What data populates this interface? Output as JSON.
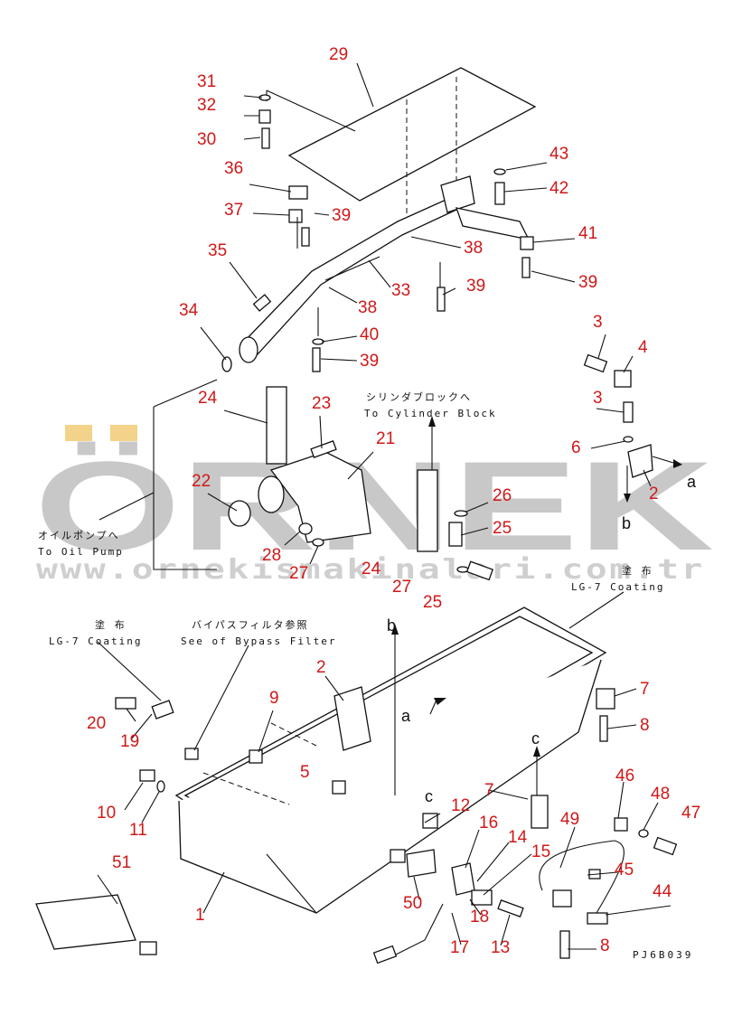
{
  "watermark": {
    "brand": "ÖRNEK",
    "url": "www.ornekismakinalari.com.tr",
    "accent_color": "#f3d38a"
  },
  "drawing_code": "PJ6B039",
  "colors": {
    "callout": "#d01818",
    "line": "#111111"
  },
  "annotations": {
    "cylinder_block_jp": "シリンダブロックへ",
    "cylinder_block_en": "To Cylinder Block",
    "oil_pump_jp": "オイルポンプへ",
    "oil_pump_en": "To Oil Pump",
    "coating_jp": "塗 布",
    "coating_en": "LG-7 Coating",
    "coating2_jp": "塗 布",
    "coating2_en": "LG-7 Coating",
    "bypass_jp": "バイパスフィルタ参照",
    "bypass_en": "See of Bypass Filter"
  },
  "view_marks": {
    "a1": "a",
    "b1": "b",
    "a2": "a",
    "b2": "b",
    "c1": "c",
    "c2": "c"
  },
  "callouts": [
    "29",
    "31",
    "32",
    "30",
    "36",
    "37",
    "39",
    "35",
    "34",
    "38",
    "33",
    "39",
    "40",
    "39",
    "43",
    "42",
    "41",
    "39",
    "38",
    "24",
    "23",
    "21",
    "22",
    "28",
    "27",
    "24",
    "27",
    "26",
    "25",
    "25",
    "3",
    "4",
    "3",
    "6",
    "2",
    "2",
    "9",
    "5",
    "20",
    "19",
    "10",
    "11",
    "51",
    "1",
    "12",
    "16",
    "14",
    "15",
    "50",
    "18",
    "17",
    "13",
    "46",
    "48",
    "47",
    "49",
    "45",
    "44",
    "8",
    "7",
    "7",
    "8"
  ]
}
